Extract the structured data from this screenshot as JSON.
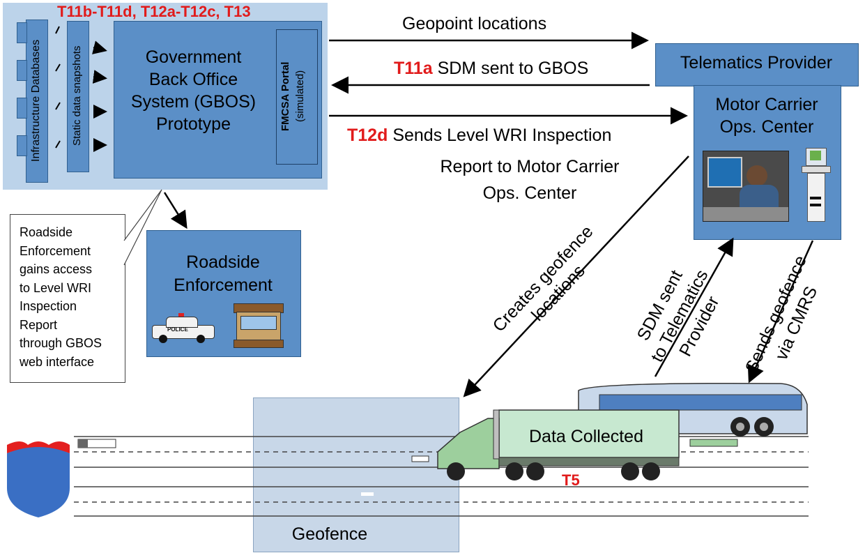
{
  "gbos": {
    "tests_label": "T11b-T11d, T12a-T12c, T13",
    "infra_db": "Infrastructure Databases",
    "static_snapshots": "Static data snapshots",
    "title_lines": [
      "Government",
      "Back Office",
      "System (GBOS)",
      "Prototype"
    ],
    "portal_line1": "FMCSA Portal",
    "portal_line2": "(simulated)"
  },
  "arrows": {
    "geopoint": "Geopoint locations",
    "t11a_code": "T11a",
    "t11a_text": "SDM sent to GBOS",
    "t12d_code": "T12d",
    "t12d_line1": "Sends Level WRI Inspection",
    "t12d_line2": "Report to Motor Carrier",
    "t12d_line3": "Ops. Center",
    "creates_line1": "Creates geofence",
    "creates_line2": "locations",
    "sdm_line1": "SDM sent",
    "sdm_line2": "to Telematics",
    "sdm_line3": "Provider",
    "sends_line1": "Sends geofence",
    "sends_line2": "via CMRS"
  },
  "telematics": "Telematics Provider",
  "motor_carrier_lines": [
    "Motor Carrier",
    "Ops. Center"
  ],
  "callout_lines": [
    "Roadside",
    "Enforcement",
    "gains access",
    "to Level WRI",
    "Inspection",
    "Report",
    "through GBOS",
    "web interface"
  ],
  "roadside_lines": [
    "Roadside",
    "Enforcement"
  ],
  "police_label": "POLICE",
  "data_collected": "Data Collected",
  "t5": "T5",
  "geofence": "Geofence"
}
